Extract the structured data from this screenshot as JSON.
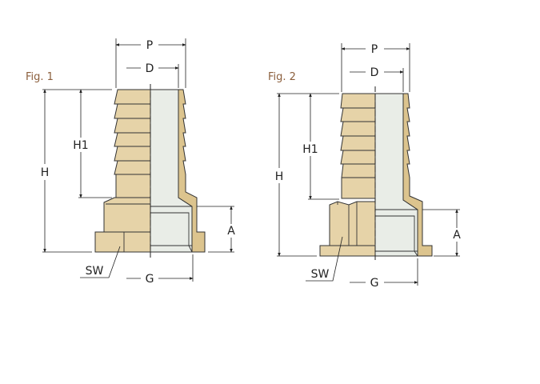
{
  "figures": [
    {
      "title": "Fig. 1",
      "labels": {
        "P": "P",
        "D": "D",
        "H": "H",
        "H1": "H1",
        "A": "A",
        "G": "G",
        "SW": "SW"
      }
    },
    {
      "title": "Fig. 2",
      "labels": {
        "P": "P",
        "D": "D",
        "H": "H",
        "H1": "H1",
        "A": "A",
        "G": "G",
        "SW": "SW"
      }
    }
  ],
  "colors": {
    "brass": "#e6d3a8",
    "bore": "#e9ede7",
    "figure_label": "#8b5e3c"
  }
}
